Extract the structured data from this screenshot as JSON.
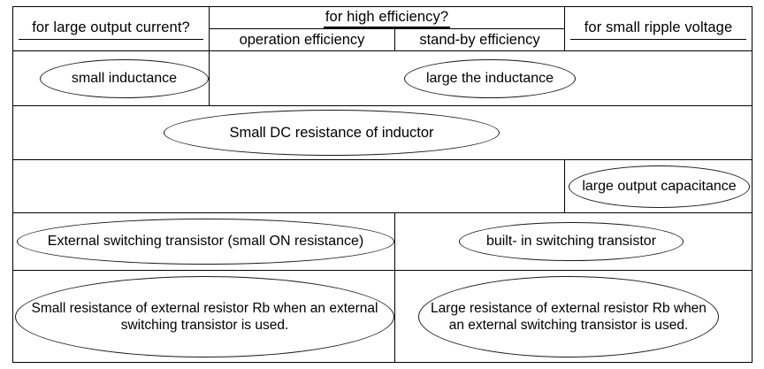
{
  "document": {
    "title": "Inductor / transistor selection criteria comparison table",
    "text_color": "#000000",
    "background_color": "#ffffff",
    "border_color": "#000000"
  },
  "table": {
    "columns": [
      {
        "key": "large_output_current",
        "label": "for large output current?",
        "underline": "thin"
      },
      {
        "key": "operation_efficiency",
        "label": "operation efficiency"
      },
      {
        "key": "standby_efficiency",
        "label": "stand-by efficiency"
      },
      {
        "key": "small_ripple_voltage",
        "label": "for small ripple voltage",
        "underline": "thin"
      }
    ],
    "group_header": {
      "key": "high_efficiency",
      "label": "for high efficiency?",
      "underline": "thick",
      "spans": 2
    },
    "rows": [
      {
        "key": "inductance",
        "cells": [
          {
            "key": "small-inductance",
            "label": "small inductance",
            "shape": "ellipse",
            "colspan": 1
          },
          {
            "key": "large-the-inductance",
            "label": "large the inductance",
            "shape": "ellipse",
            "colspan": 3
          }
        ]
      },
      {
        "key": "dc-resistance",
        "cells": [
          {
            "key": "small-dc-resistance",
            "label": "Small DC resistance of inductor",
            "shape": "ellipse",
            "colspan": 4
          }
        ]
      },
      {
        "key": "output-capacitance",
        "cells": [
          {
            "key": "blank",
            "label": "",
            "shape": "none",
            "colspan": 3
          },
          {
            "key": "large-output-capacitance",
            "label": "large output capacitance",
            "shape": "ellipse",
            "colspan": 1
          }
        ]
      },
      {
        "key": "switching-transistor",
        "cells": [
          {
            "key": "external-switching-transistor",
            "label": "External switching transistor (small ON resistance)",
            "shape": "ellipse",
            "colspan": 2
          },
          {
            "key": "built-in-switching-transistor",
            "label": "built- in switching transistor",
            "shape": "ellipse",
            "colspan": 2
          }
        ]
      },
      {
        "key": "resistor-rb",
        "cells": [
          {
            "key": "small-resistance-rb",
            "label": "Small resistance of external resistor Rb when an external switching transistor is used.",
            "shape": "ellipse",
            "colspan": 2
          },
          {
            "key": "large-resistance-rb",
            "label": "Large resistance of external resistor Rb when an external switching transistor is used.",
            "shape": "ellipse",
            "colspan": 2
          }
        ]
      }
    ]
  }
}
